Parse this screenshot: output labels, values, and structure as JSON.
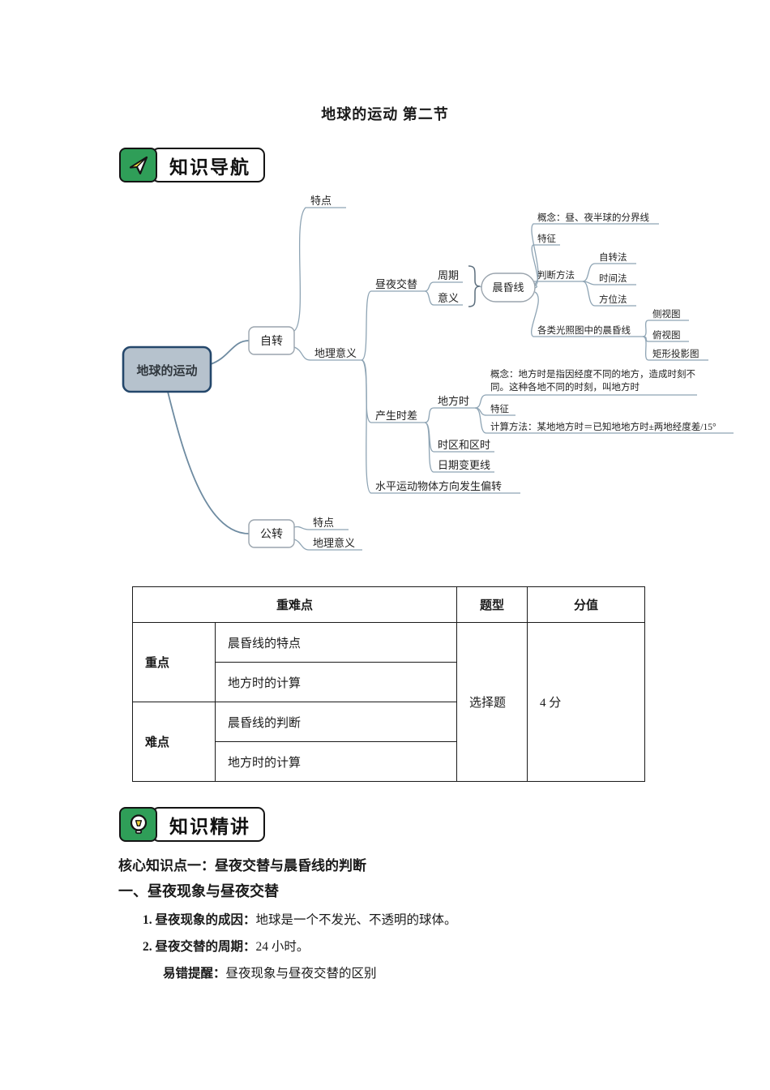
{
  "page": {
    "title": "地球的运动 第二节"
  },
  "badges": {
    "nav": "知识导航",
    "lecture": "知识精讲"
  },
  "mindmap": {
    "root": "地球的运动",
    "zizhuan": "自转",
    "gongzhuan": "公转",
    "zz_tedian": "特点",
    "zz_diliyiyi": "地理意义",
    "zhouye_jiaoti": "昼夜交替",
    "zhouqi": "周期",
    "yiyi": "意义",
    "chenhunxian": "晨昏线",
    "chx_gainian": "概念：昼、夜半球的分界线",
    "chx_tezheng": "特征",
    "panduan_fangfa": "判断方法",
    "zizhuanfa": "自转法",
    "shijianfa": "时间法",
    "fangweifa": "方位法",
    "guangzhaotu": "各类光照图中的晨昏线",
    "ceshitu": "侧视图",
    "fushitu": "俯视图",
    "juxing_touying": "矩形投影图",
    "chansheng_shicha": "产生时差",
    "difangshi": "地方时",
    "df_gainian_line1": "概念：地方时是指因经度不同的地方，造成时刻不",
    "df_gainian_line2": "同。这种各地不同的时刻，叫地方时",
    "df_tezheng": "特征",
    "df_jisuan": "计算方法：某地地方时＝已知地地方时±两地经度差/15°",
    "shiqu_qushi": "时区和区时",
    "riqi_biangengxian": "日期变更线",
    "shuiping_pianzhuan": "水平运动物体方向发生偏转",
    "gz_tedian": "特点",
    "gz_diliyiyi": "地理意义"
  },
  "table": {
    "headers": {
      "zhongnandian": "重难点",
      "tixing": "题型",
      "fenzhi": "分值"
    },
    "rows": {
      "zhongdian": "重点",
      "nandian": "难点",
      "zd_row1": "晨昏线的特点",
      "zd_row2": "地方时的计算",
      "nd_row1": "晨昏线的判断",
      "nd_row2": "地方时的计算",
      "question_type": "选择题",
      "score": "4 分"
    }
  },
  "content": {
    "core_heading": "核心知识点一：昼夜交替与晨昏线的判断",
    "section_heading": "一、昼夜现象与昼夜交替",
    "item1_label": "1. 昼夜现象的成因：",
    "item1_text": "地球是一个不发光、不透明的球体。",
    "item2_label": "2. 昼夜交替的周期：",
    "item2_text": "24 小时。",
    "tip_label": "易错提醒：",
    "tip_text": "昼夜现象与昼夜交替的区别"
  },
  "colors": {
    "badge_green": "#2f9e58",
    "root_fill": "#b6c2cd",
    "root_border": "#24476b",
    "connector": "#8ea4b4"
  }
}
